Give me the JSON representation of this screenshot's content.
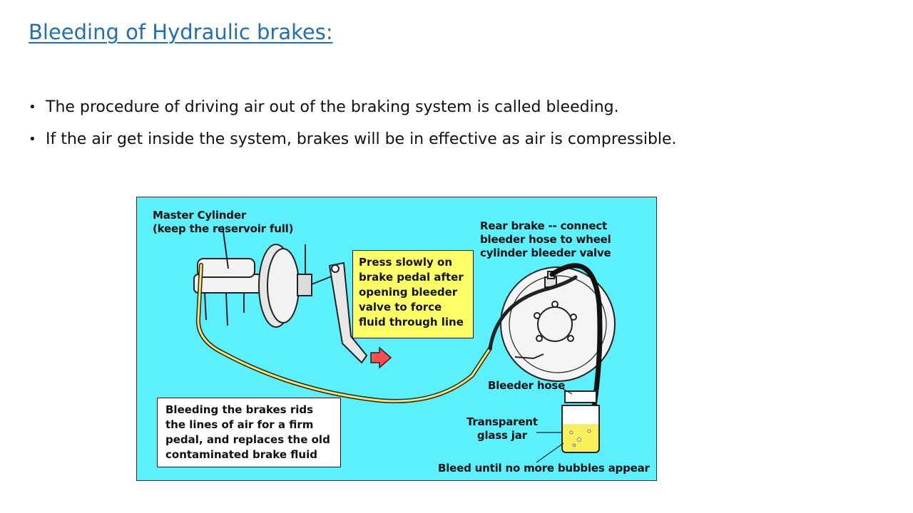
{
  "slide": {
    "title": "Bleeding of Hydraulic brakes:",
    "bullets": [
      "The procedure of driving air out of the braking system is called bleeding.",
      "If the air get inside the system, brakes will be in effective as air is compressible."
    ],
    "bullet_glyph": "•"
  },
  "diagram": {
    "colors": {
      "background": "#5cf0fc",
      "brake_line": "#f5e66a",
      "yellow_callout": "#ffff66",
      "arrow": "#ff4d4d"
    },
    "labels": {
      "master_cylinder": "Master Cylinder\n(keep the reservoir full)",
      "rear_brake": "Rear brake -- connect\nbleeder hose to wheel\ncylinder bleeder valve",
      "press_pedal": "Press slowly on\nbrake pedal after\nopening bleeder\nvalve to force\nfluid through line",
      "bleeding_rids": "Bleeding the brakes rids\nthe lines of air for a firm\npedal, and replaces the old\ncontaminated brake fluid",
      "bleeder_hose": "Bleeder hose",
      "transparent_jar": "Transparent\nglass jar",
      "bleed_until": "Bleed until no more bubbles appear"
    }
  }
}
